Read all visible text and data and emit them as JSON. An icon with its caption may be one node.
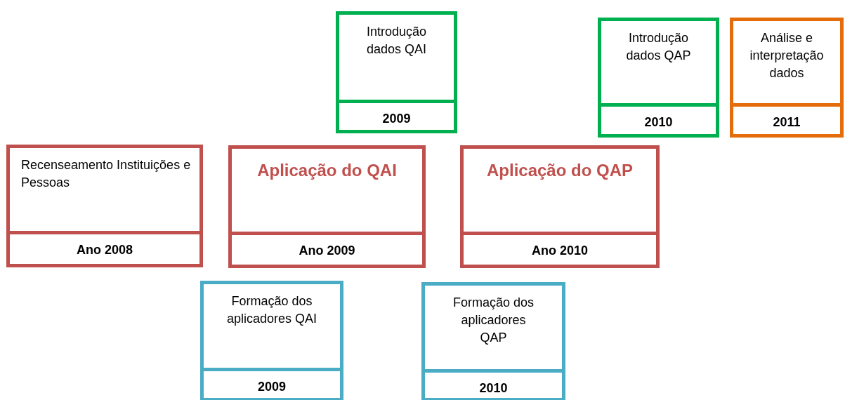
{
  "diagram": {
    "nodes": [
      {
        "text": [
          "Introdução dados QAI",
          "2009"
        ]
      },
      {
        "text": [
          "Introdução dados QAP",
          "2010"
        ]
      },
      {
        "text": [
          "Análise e interpretação dados",
          "2011"
        ]
      },
      {
        "text": [
          "Recenseamento Instituições e Pessoas",
          "Ano 2008"
        ]
      },
      {
        "text": [
          "Aplicação do QAI",
          "Ano 2009"
        ]
      },
      {
        "text": [
          "Aplicação do QAP",
          "Ano 2010"
        ]
      },
      {
        "text": [
          "Formação dos aplicadores QAI",
          "2009"
        ]
      },
      {
        "text": [
          "Formação dos aplicadores QAP",
          "2010"
        ]
      }
    ]
  }
}
